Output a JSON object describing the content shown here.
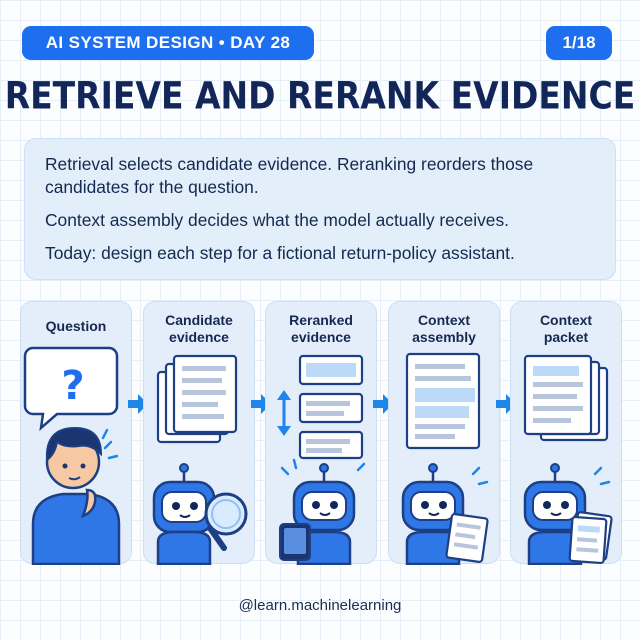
{
  "header": {
    "series_label": "AI SYSTEM DESIGN • DAY 28",
    "page_indicator": "1/18",
    "title": "RETRIEVE AND RERANK EVIDENCE"
  },
  "intro": {
    "line1": "Retrieval selects candidate evidence. Reranking reorders those candidates for the question.",
    "line2": "Context assembly decides what the model actually receives.",
    "line3": "Today: design each step for a fictional return-policy assistant."
  },
  "stages": [
    {
      "label": "Question"
    },
    {
      "label": "Candidate\nevidence"
    },
    {
      "label": "Reranked\nevidence"
    },
    {
      "label": "Context\nassembly"
    },
    {
      "label": "Context\npacket"
    }
  ],
  "footer": {
    "credit": "@learn.machinelearning"
  },
  "colors": {
    "accent": "#1e6ff0",
    "title": "#13265a",
    "panel": "#e3eefb",
    "arrow": "#1e86e8",
    "highlight": "#bcd9f7"
  },
  "icons": [
    "question-bubble-icon",
    "person-thinking-icon",
    "robot-magnifier-icon",
    "robot-tablet-icon",
    "robot-document-icon",
    "document-stack-icon",
    "flow-arrow-icon",
    "reorder-arrows-icon"
  ]
}
